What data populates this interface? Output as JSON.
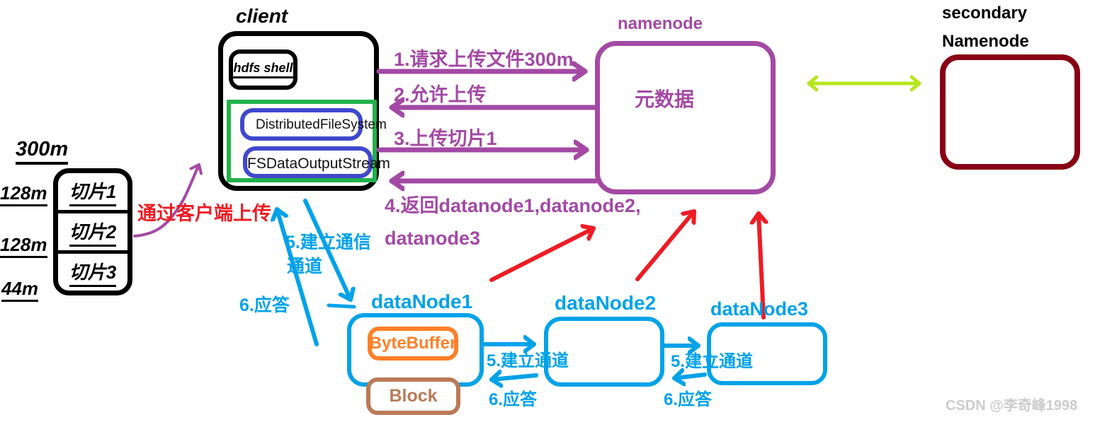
{
  "colors": {
    "purple": "#A349A4",
    "blue": "#00A2E8",
    "indigo": "#3F48CC",
    "green": "#22B14C",
    "yellow_green": "#B5E61D",
    "red": "#ED1C24",
    "orange": "#FF7F27",
    "brown": "#B97A57",
    "dark_red": "#880015"
  },
  "source_file": {
    "total_size": "300m",
    "slices": [
      {
        "size": "128m",
        "name": "切片1"
      },
      {
        "size": "128m",
        "name": "切片2"
      },
      {
        "size": "44m",
        "name": "切片3"
      }
    ]
  },
  "annotations": {
    "upload_via_client": "通过客户端上传",
    "watermark": "CSDN @李奇峰1998"
  },
  "client": {
    "title": "client",
    "shell_label": "hdfs shell",
    "components": [
      {
        "label": "DistributedFileSystem"
      },
      {
        "label": "FSDataOutputStream"
      }
    ]
  },
  "namenode": {
    "title": "namenode",
    "content_label": "元数据"
  },
  "secondary_namenode": {
    "title_line1": "secondary",
    "title_line2": "Namenode"
  },
  "datanodes": [
    {
      "title": "dataNode1",
      "buffer_label": "ByteBuffer",
      "block_label": "Block"
    },
    {
      "title": "dataNode2"
    },
    {
      "title": "dataNode3"
    }
  ],
  "messages": {
    "step1": "1.请求上传文件300m",
    "step2": "2.允许上传",
    "step3": "3.上传切片1",
    "step4_line1": "4.返回datanode1,datanode2,",
    "step4_line2": "datanode3",
    "step5_client_line1": "5.建立通信",
    "step5_client_line2": "通道",
    "step6_client": "6.应答",
    "step5_pipeline": "5.建立通道",
    "step6_pipeline": "6.应答"
  }
}
